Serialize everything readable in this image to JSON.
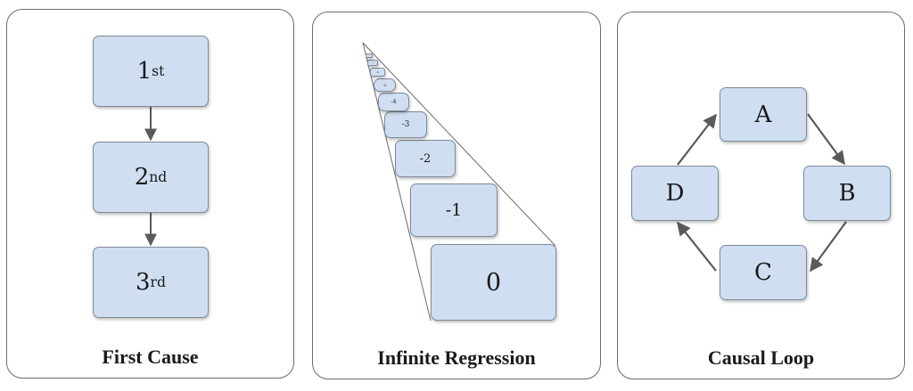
{
  "first_cause": {
    "title": "First Cause",
    "nodes": [
      {
        "base": "1",
        "sup": "st"
      },
      {
        "base": "2",
        "sup": "nd"
      },
      {
        "base": "3",
        "sup": "rd"
      }
    ]
  },
  "infinite_regression": {
    "title": "Infinite Regression",
    "nodes": [
      "0",
      "-1",
      "-2",
      "-3",
      "-4",
      "-5",
      "-6",
      "-7",
      "-8"
    ]
  },
  "causal_loop": {
    "title": "Causal Loop",
    "nodes": {
      "a": "A",
      "b": "B",
      "c": "C",
      "d": "D"
    }
  },
  "colors": {
    "node_fill": "#cfdff1",
    "node_border": "#7f8a96",
    "arrow": "#5a5a5a",
    "panel_border": "#6b6b6b"
  }
}
